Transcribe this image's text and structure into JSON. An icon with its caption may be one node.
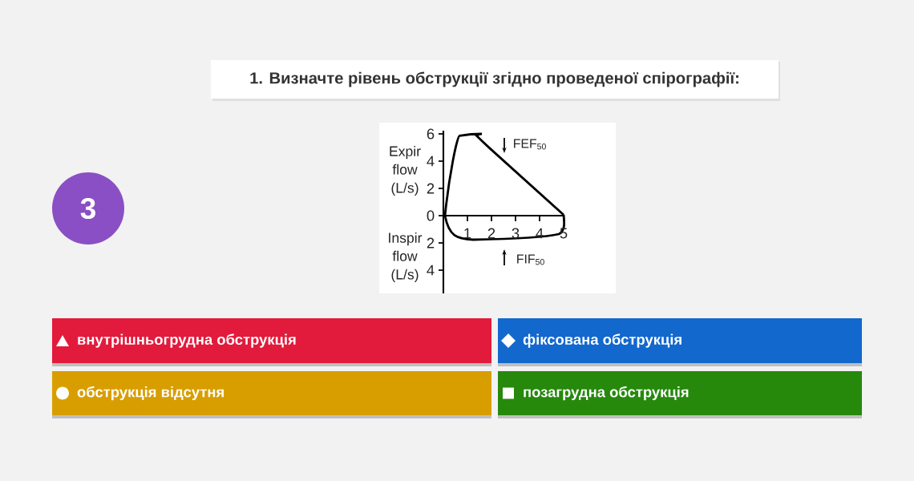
{
  "diagram": {
    "title": "1. Визначте рівень обструкції згідно проведеної спірографії:",
    "nodes": [
      {
        "text": [
          "3"
        ]
      },
      {
        "text": [
          "внутрішньогрудна обструкція"
        ]
      },
      {
        "text": [
          "фіксована обструкція"
        ]
      },
      {
        "text": [
          "обструкція відсутня"
        ]
      },
      {
        "text": [
          "позагрудна обструкція"
        ]
      }
    ],
    "labels": [
      "Expir flow (L/s)",
      "6",
      "4",
      "2",
      "0",
      "2",
      "4",
      "FEF$_{50}$",
      "Inspir flow (L/s)",
      "1",
      "2",
      "3",
      "4",
      "5",
      "FIF$_{50}$"
    ]
  }
}
